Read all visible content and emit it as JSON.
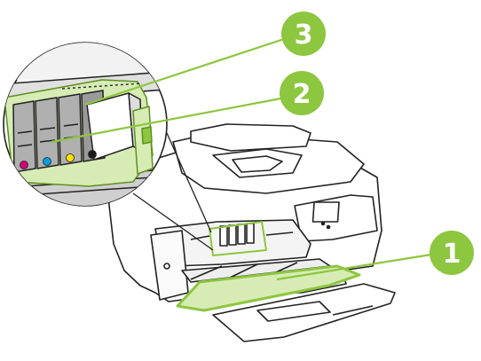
{
  "diagram": {
    "callouts": [
      {
        "id": "3",
        "label": "3",
        "color": "#8dc63f"
      },
      {
        "id": "2",
        "label": "2",
        "color": "#8dc63f"
      },
      {
        "id": "1",
        "label": "1",
        "color": "#8dc63f"
      }
    ],
    "cartridge_dots": [
      {
        "name": "magenta",
        "color": "#d6007a"
      },
      {
        "name": "cyan",
        "color": "#00a0e0"
      },
      {
        "name": "yellow",
        "color": "#ffe100"
      },
      {
        "name": "black",
        "color": "#1a1a1a"
      }
    ],
    "colors": {
      "accent": "#8dc63f",
      "highlight": "#d7ecb5",
      "outline": "#222222"
    }
  }
}
